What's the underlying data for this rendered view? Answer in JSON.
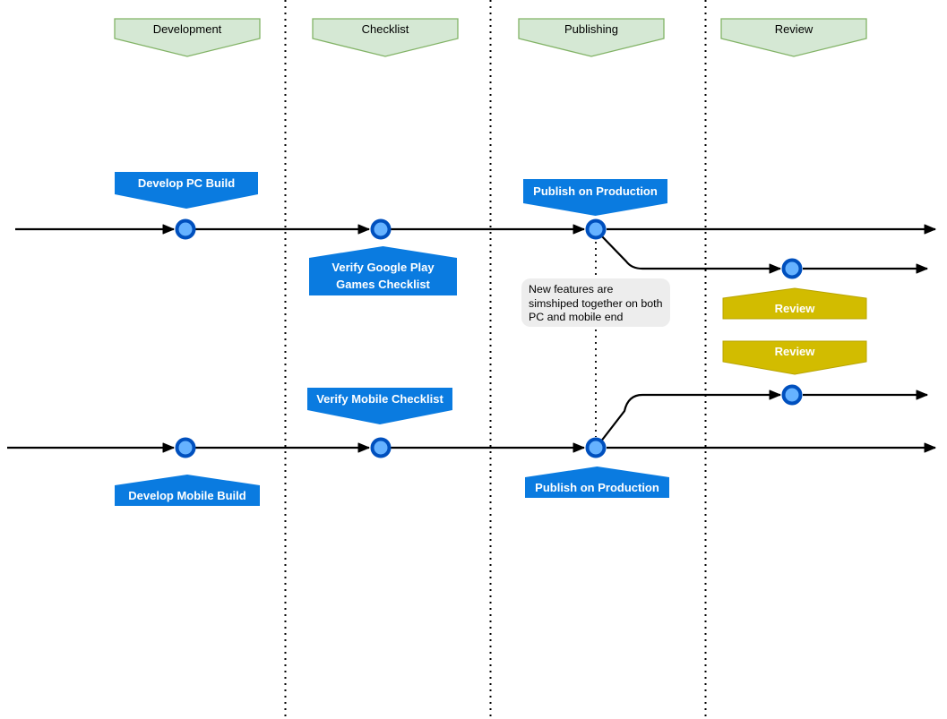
{
  "phases": [
    {
      "label": "Development"
    },
    {
      "label": "Checklist"
    },
    {
      "label": "Publishing"
    },
    {
      "label": "Review"
    }
  ],
  "pc_lane": {
    "develop_label": "Develop PC Build",
    "checklist_label": "Verify Google Play Games Checklist",
    "publish_label": "Publish on Production",
    "review_label": "Review"
  },
  "mobile_lane": {
    "develop_label": "Develop Mobile Build",
    "checklist_label": "Verify Mobile Checklist",
    "publish_label": "Publish on Production",
    "review_label": "Review"
  },
  "note": {
    "text": "New features are simshiped together on both PC and mobile end"
  },
  "colors": {
    "phase_fill": "#D5E8D4",
    "phase_border": "#82B366",
    "task_fill": "#0A7BE0",
    "review_fill": "#D2BC00",
    "review_border": "#B8A400",
    "node_fill": "#66B2FF",
    "node_border": "#0050BE",
    "note_fill": "#EDEDED",
    "line": "#000000"
  }
}
